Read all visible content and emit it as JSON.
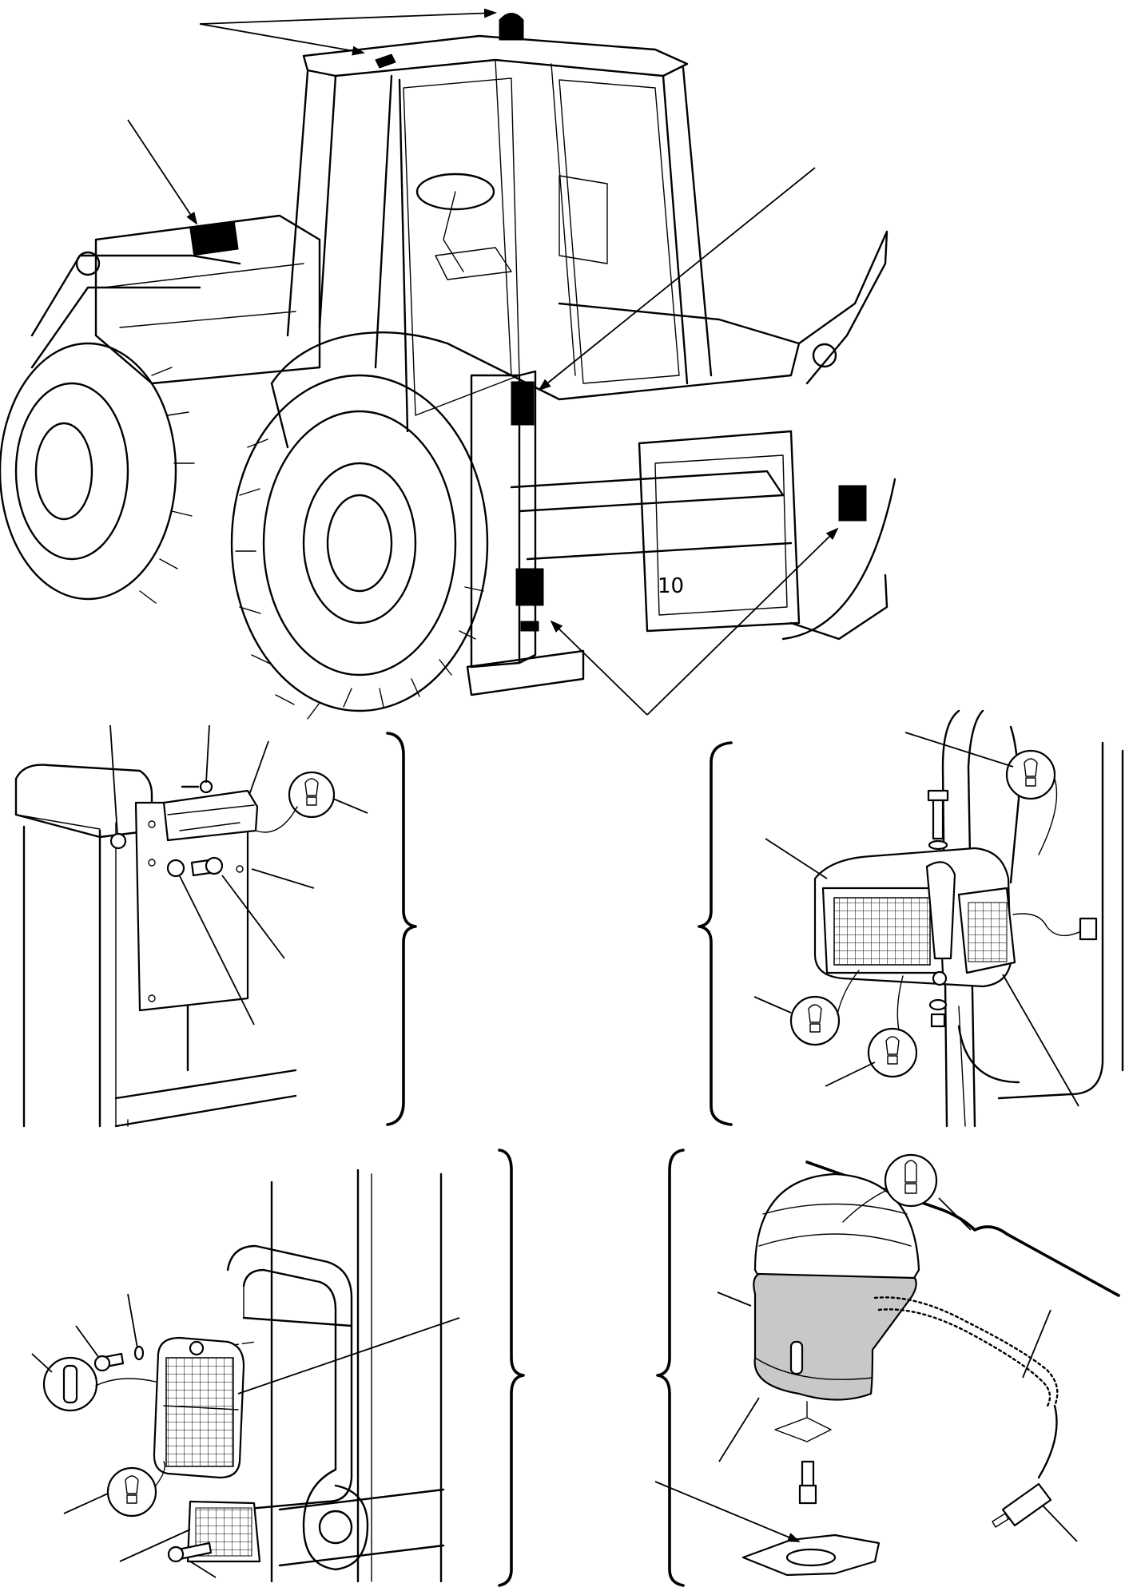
{
  "figure": {
    "marking": "10"
  },
  "views": {
    "overview": "machine-overview",
    "detail_rear_lamp": "rear-lamp-detail",
    "detail_work_lamp": "work-lamp-detail",
    "detail_side_lamp": "side-lamp-detail",
    "detail_beacon": "beacon-detail"
  }
}
